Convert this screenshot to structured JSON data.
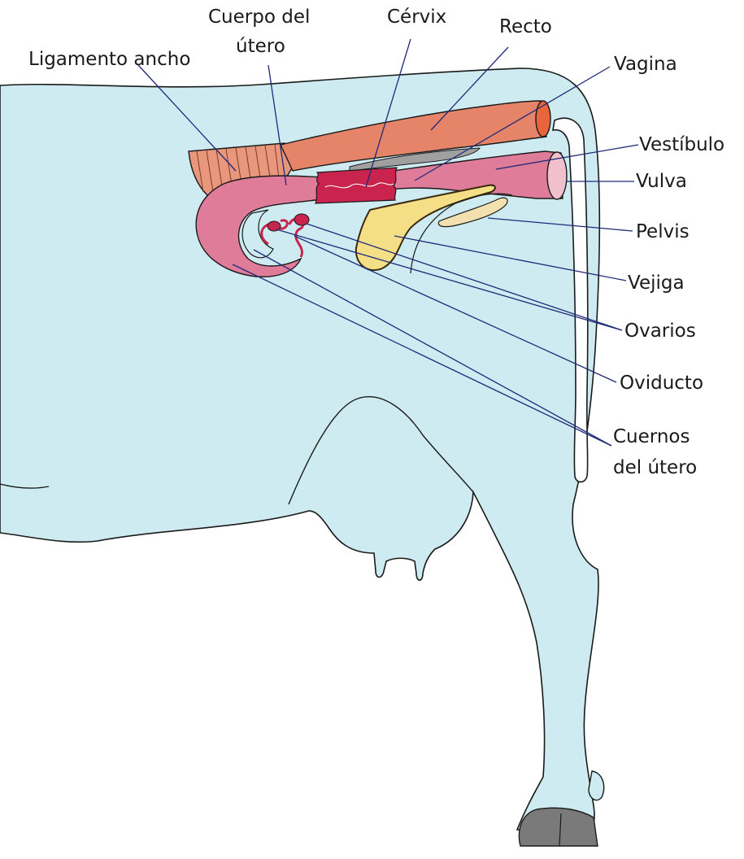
{
  "title": "",
  "labels": {
    "ligamento_ancho": "Ligamento ancho",
    "cuerpo_utero_1": "Cuerpo del",
    "cuerpo_utero_2": "útero",
    "cervix": "Cérvix",
    "recto": "Recto",
    "vagina": "Vagina",
    "vestibulo": "Vestíbulo",
    "vulva": "Vulva",
    "pelvis": "Pelvis",
    "vejiga": "Vejiga",
    "ovarios": "Ovarios",
    "oviducto": "Oviducto",
    "cuernos_1": "Cuernos",
    "cuernos_2": "del útero"
  },
  "colors": {
    "body": "#cdebf0",
    "rectum": "#e58468",
    "uterus": "#de7c9a",
    "cervix": "#c9244e",
    "bladder": "#f5df86",
    "pelvis_bone": "#f3e0b0",
    "ligament": "#e9977c",
    "hoof": "#7a7a7a",
    "leader_line": "#1f2a7a"
  }
}
